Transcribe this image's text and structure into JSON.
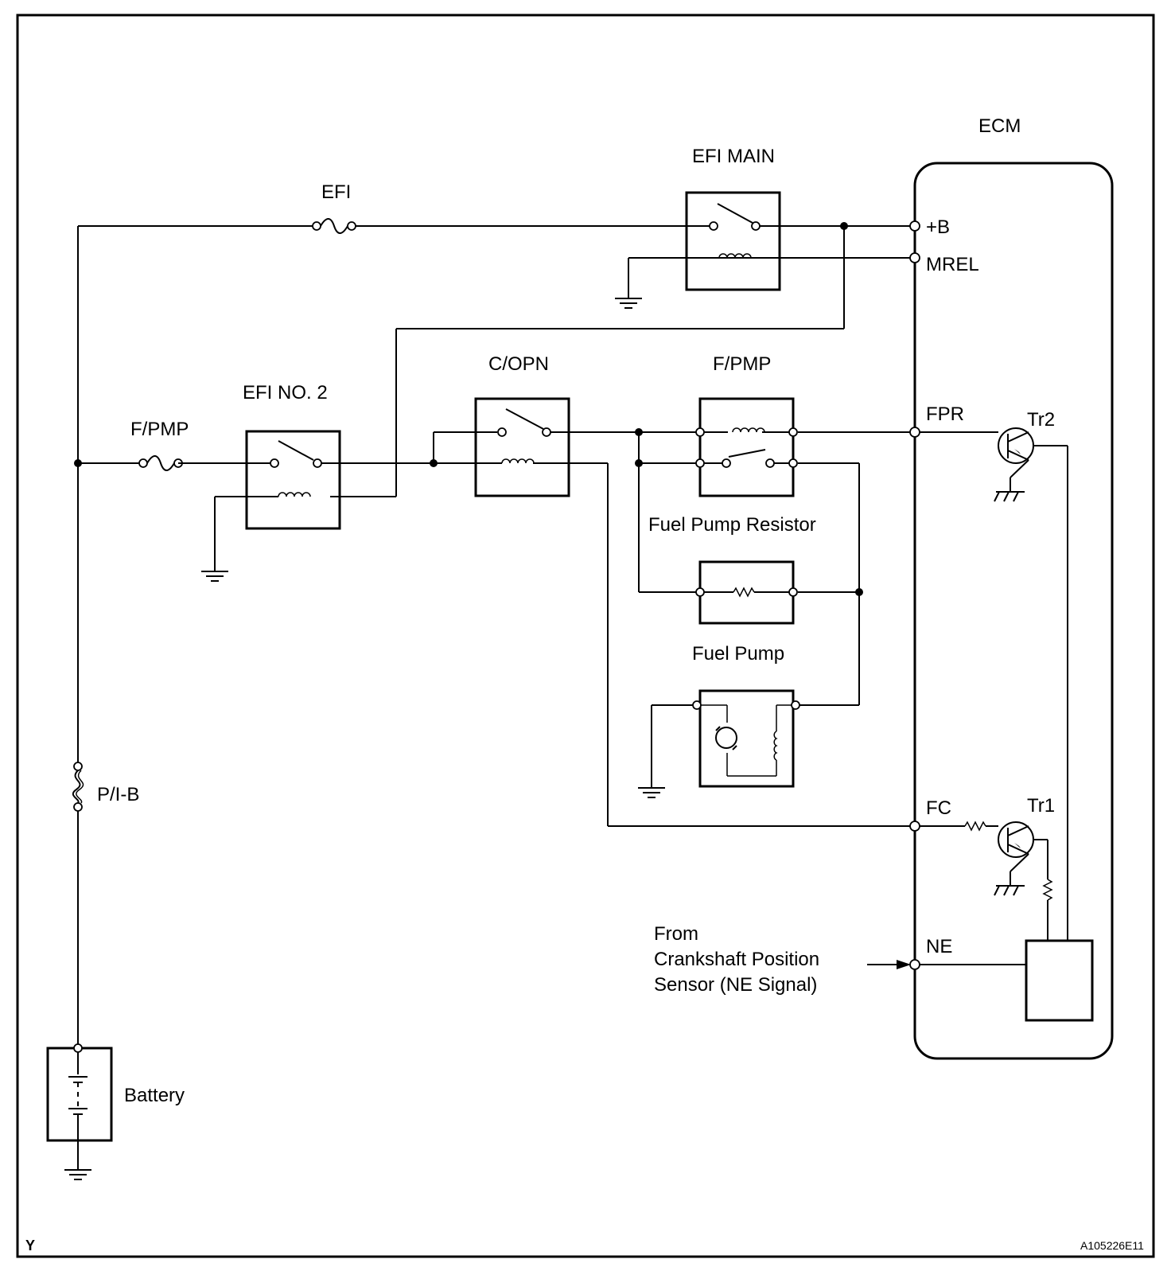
{
  "labels": {
    "ecm": "ECM",
    "efi_main": "EFI MAIN",
    "efi_fuse": "EFI",
    "pin_b": "+B",
    "pin_mrel": "MREL",
    "efi_no2": "EFI NO. 2",
    "fpmp_fuse": "F/PMP",
    "copn": "C/OPN",
    "fpmp_relay": "F/PMP",
    "pin_fpr": "FPR",
    "tr2": "Tr2",
    "fuel_pump_resistor": "Fuel Pump Resistor",
    "fuel_pump": "Fuel Pump",
    "pib": "P/I-B",
    "pin_fc": "FC",
    "tr1": "Tr1",
    "ne_source_1": "From",
    "ne_source_2": "Crankshaft Position",
    "ne_source_3": "Sensor (NE Signal)",
    "pin_ne": "NE",
    "battery": "Battery",
    "corner_mark": "Y",
    "figure_code": "A105226E11"
  }
}
